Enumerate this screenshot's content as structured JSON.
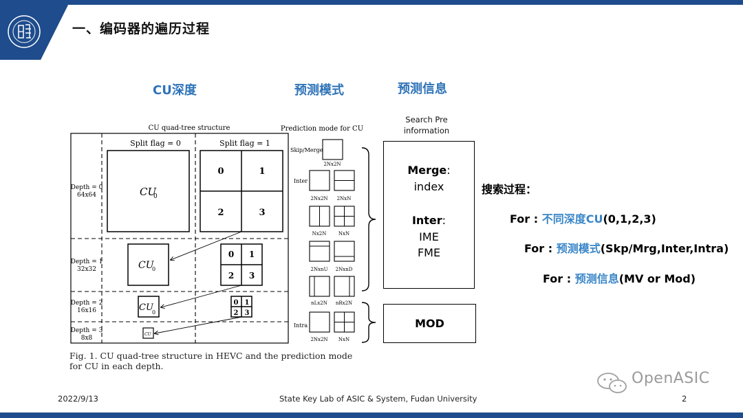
{
  "header": {
    "title": "一、编码器的遍历过程"
  },
  "columns": {
    "cu_depth": "CU深度",
    "pred_mode": "预测模式",
    "pred_info": "预测信息"
  },
  "figure": {
    "left_title": "CU quad-tree structure",
    "right_title": "Prediction mode for CU",
    "split0": "Split flag = 0",
    "split1": "Split flag = 1",
    "cu": "CU",
    "cu_sub": "0",
    "depths": [
      {
        "label": "Depth = 0",
        "size": "64x64"
      },
      {
        "label": "Depth = 1",
        "size": "32x32"
      },
      {
        "label": "Depth = 2",
        "size": "16x16"
      },
      {
        "label": "Depth = 3",
        "size": "8x8"
      }
    ],
    "quad_labels": [
      "0",
      "1",
      "2",
      "3"
    ],
    "skip_label": "Skip/Merge",
    "inter_label": "Inter",
    "intra_label": "Intra",
    "modes": {
      "skip": "2Nx2N",
      "inter_2n2n": "2Nx2N",
      "inter_2nn": "2NxN",
      "inter_n2n": "Nx2N",
      "inter_nn": "NxN",
      "inter_2nnu": "2NxnU",
      "inter_2nnd": "2NxnD",
      "inter_nl2n": "nLx2N",
      "inter_nr2n": "nRx2N",
      "intra_2n2n": "2Nx2N",
      "intra_nn": "NxN"
    },
    "caption": "Fig. 1.   CU quad-tree structure in HEVC and the prediction mode for CU in each depth."
  },
  "info": {
    "heading_line1": "Search Pre",
    "heading_line2": "information",
    "merge_label": "Merge",
    "merge_colon": ":",
    "merge_value": "index",
    "inter_label": "Inter",
    "inter_colon": ":",
    "inter_val1": "IME",
    "inter_val2": "FME",
    "mod": "MOD"
  },
  "search": {
    "title": "搜索过程：",
    "lines": [
      {
        "prefix": "For : ",
        "highlight": "不同深度CU",
        "suffix": "(0,1,2,3)"
      },
      {
        "prefix": "For : ",
        "highlight": "预测模式",
        "suffix": "(Skp/Mrg,Inter,Intra)"
      },
      {
        "prefix": "For : ",
        "highlight": "预测信息",
        "suffix": "(MV or Mod)"
      }
    ]
  },
  "footer": {
    "date": "2022/9/13",
    "lab": "State Key Lab of ASIC & System, Fudan University",
    "page": "2"
  },
  "watermark": "OpenASIC",
  "colors": {
    "brand_blue": "#1e4c8c",
    "highlight_blue": "#3a86c8"
  }
}
